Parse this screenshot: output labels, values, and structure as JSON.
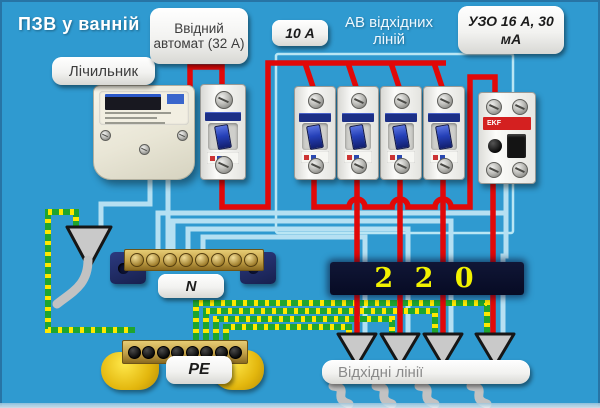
{
  "title": "ПЗВ у ванній",
  "labels": {
    "meter": "Лічильник",
    "input_breaker": "Ввідний автомат (32 А)",
    "branch_rating": "10 А",
    "outgoing_breakers": "АВ відхідних ліній",
    "rcd": "УЗО 16 А, 30 мА",
    "neutral_bus": "N",
    "pe_bus": "PE",
    "outgoing_lines": "Відхідні лінії",
    "voltage": "2 2 0"
  },
  "devices": {
    "rcd_brand": "EKF",
    "outgoing_breaker_count": 4
  },
  "colors": {
    "background": "#2f9ad0",
    "phase_wire": "#e10808",
    "neutral_wire": "#b5e0f2",
    "pe_wire_green": "#1fa52e",
    "pe_wire_yellow": "#ffe800",
    "voltage_text": "#f2f200",
    "voltage_bar": "#0a0f2d",
    "frame": "#b9e6f4"
  }
}
